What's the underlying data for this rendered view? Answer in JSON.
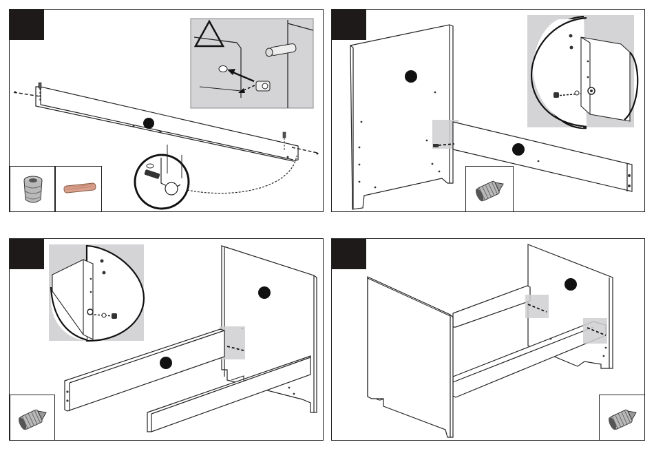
{
  "document": {
    "panels": [
      {
        "id": "step-1",
        "step_number": "",
        "warning_icon": "warning-triangle-icon",
        "parts": [
          "cam-insert-icon",
          "wooden-dowel-icon"
        ]
      },
      {
        "id": "step-2",
        "step_number": "",
        "parts": [
          "cam-insert-icon"
        ]
      },
      {
        "id": "step-3",
        "step_number": "",
        "parts": [
          "cam-insert-icon"
        ]
      },
      {
        "id": "step-4",
        "step_number": "",
        "parts": [
          "cam-insert-icon"
        ]
      }
    ],
    "colors": {
      "tab": "#1e1a1a",
      "detail_bg": "#d4d4d6",
      "line": "#222222",
      "marker": "#111111"
    }
  }
}
